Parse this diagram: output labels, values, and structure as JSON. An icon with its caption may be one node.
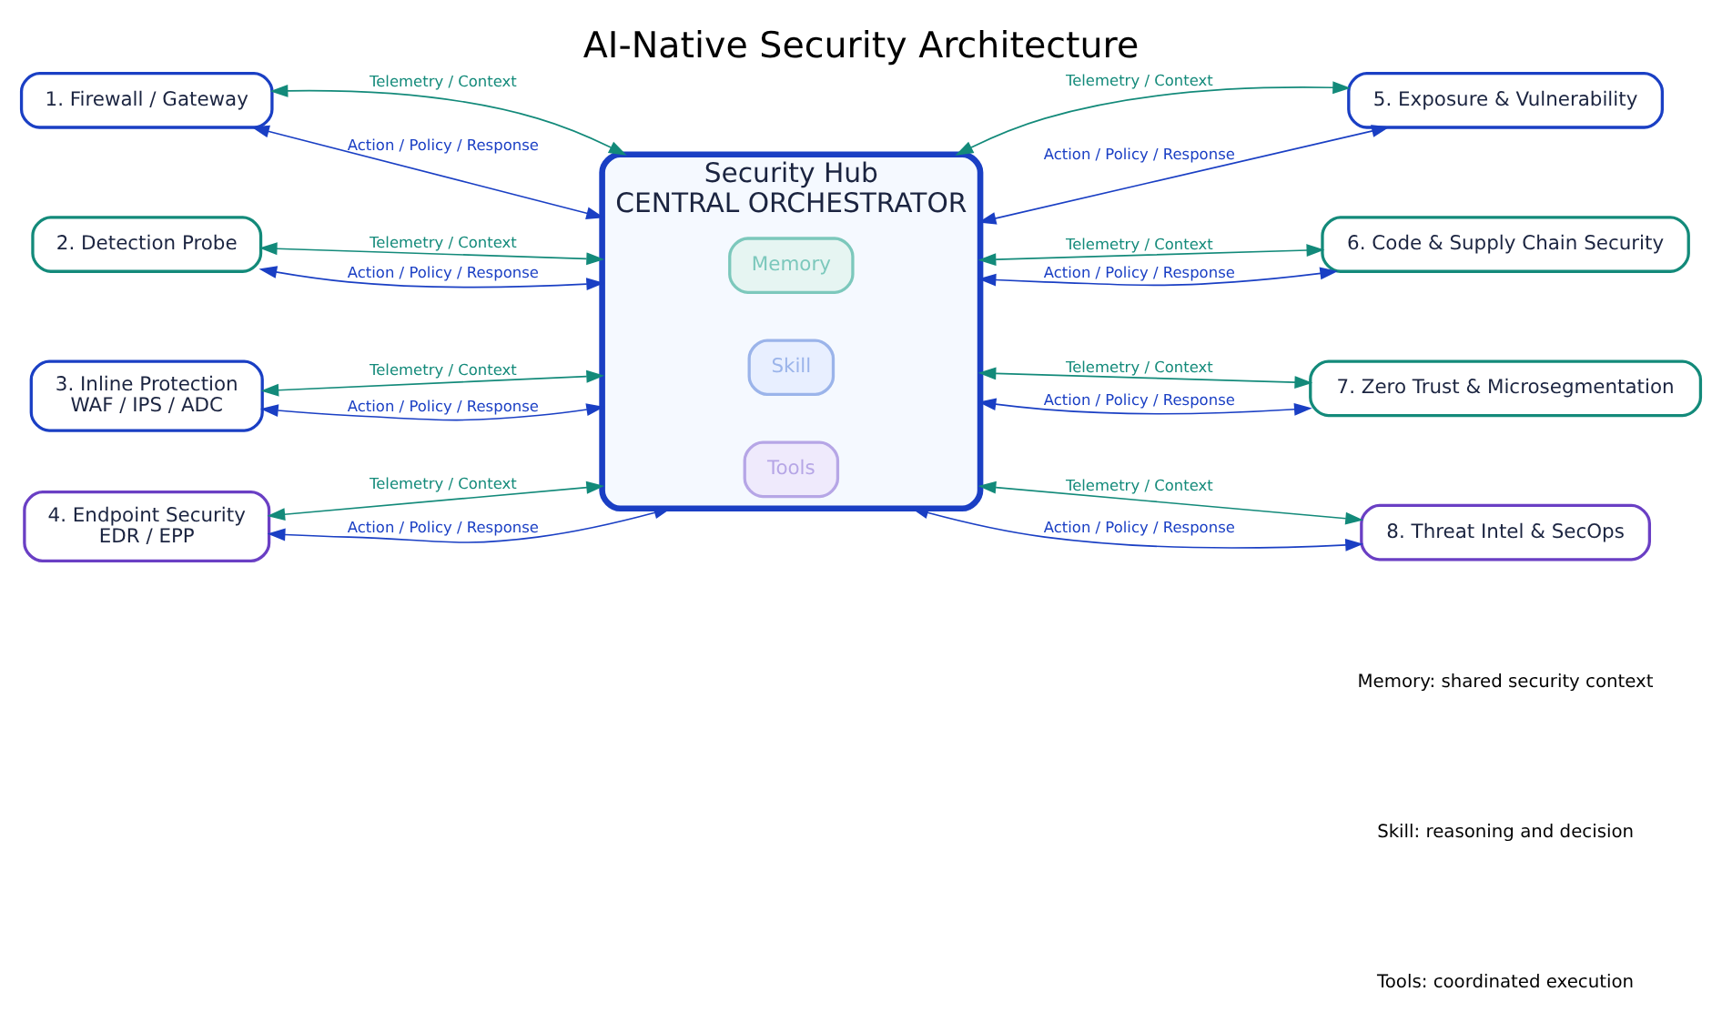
{
  "diagram": {
    "title": "AI-Native Security Architecture",
    "nodes": [
      {
        "text": [
          "Security Hub",
          "CENTRAL ORCHESTRATOR"
        ]
      },
      {
        "text": [
          "Memory"
        ],
        "in": 0
      },
      {
        "text": [
          "Skill"
        ],
        "in": 0
      },
      {
        "text": [
          "Tools"
        ],
        "in": 0
      },
      {
        "text": [
          "1. Firewall / Gateway"
        ]
      },
      {
        "text": [
          "2. Detection Probe"
        ]
      },
      {
        "text": [
          "3. Inline Protection",
          "WAF / IPS / ADC"
        ]
      },
      {
        "text": [
          "4. Endpoint Security",
          "EDR / EPP"
        ]
      },
      {
        "text": [
          "5. Exposure & Vulnerability"
        ]
      },
      {
        "text": [
          "6. Code & Supply Chain Security"
        ]
      },
      {
        "text": [
          "7. Zero Trust & Microsegmentation"
        ]
      },
      {
        "text": [
          "8. Threat Intel & SecOps"
        ]
      }
    ],
    "edges": [
      {
        "from": 4,
        "to": 0,
        "arrow": "both",
        "label": "Telemetry / Context",
        "color": "#138a7a"
      },
      {
        "from": 4,
        "to": 0,
        "arrow": "both",
        "label": "Action / Policy / Response",
        "color": "#1a3fc4"
      },
      {
        "from": 5,
        "to": 0,
        "arrow": "both",
        "label": "Telemetry / Context",
        "color": "#138a7a"
      },
      {
        "from": 5,
        "to": 0,
        "arrow": "both",
        "label": "Action / Policy / Response",
        "color": "#1a3fc4"
      },
      {
        "from": 6,
        "to": 0,
        "arrow": "both",
        "label": "Telemetry / Context",
        "color": "#138a7a"
      },
      {
        "from": 6,
        "to": 0,
        "arrow": "both",
        "label": "Action / Policy / Response",
        "color": "#1a3fc4"
      },
      {
        "from": 7,
        "to": 0,
        "arrow": "both",
        "label": "Telemetry / Context",
        "color": "#138a7a"
      },
      {
        "from": 7,
        "to": 0,
        "arrow": "both",
        "label": "Action / Policy / Response",
        "color": "#1a3fc4"
      },
      {
        "from": 0,
        "to": 8,
        "arrow": "both",
        "label": "Telemetry / Context",
        "color": "#138a7a"
      },
      {
        "from": 0,
        "to": 8,
        "arrow": "both",
        "label": "Action / Policy / Response",
        "color": "#1a3fc4"
      },
      {
        "from": 0,
        "to": 9,
        "arrow": "both",
        "label": "Telemetry / Context",
        "color": "#138a7a"
      },
      {
        "from": 0,
        "to": 9,
        "arrow": "both",
        "label": "Action / Policy / Response",
        "color": "#1a3fc4"
      },
      {
        "from": 0,
        "to": 10,
        "arrow": "both",
        "label": "Telemetry / Context",
        "color": "#138a7a"
      },
      {
        "from": 0,
        "to": 10,
        "arrow": "both",
        "label": "Action / Policy / Response",
        "color": "#1a3fc4"
      },
      {
        "from": 0,
        "to": 11,
        "arrow": "both",
        "label": "Telemetry / Context",
        "color": "#138a7a"
      },
      {
        "from": 0,
        "to": 11,
        "arrow": "both",
        "label": "Action / Policy / Response",
        "color": "#1a3fc4"
      }
    ],
    "legend": [
      {
        "text": "Memory: shared security context"
      },
      {
        "text": "Skill: reasoning and decision"
      },
      {
        "text": "Tools: coordinated execution"
      }
    ]
  }
}
